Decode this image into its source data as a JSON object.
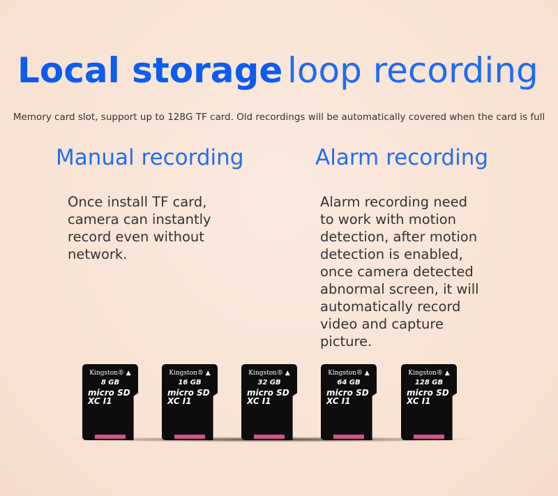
{
  "title_bold": "Local storage",
  "title_light": "loop recording",
  "subtitle": "Memory card slot, support up to 128G TF card. Old recordings will be automatically covered when the card is full",
  "manual": {
    "heading": "Manual recording",
    "text": [
      "Once install TF card,",
      "camera can instantly",
      "record even without",
      "network."
    ]
  },
  "alarm": {
    "heading": "Alarm recording",
    "text": [
      "Alarm recording need",
      "to work with motion",
      "detection, after motion",
      "detection is enabled,",
      "once camera detected",
      "abnormal screen, it will",
      "automatically record",
      "video and capture",
      "picture."
    ]
  },
  "cards": [
    {
      "brand": "Kingston® ▲",
      "capacity": "8 GB",
      "logo": "micro SD XC I1"
    },
    {
      "brand": "Kingston® ▲",
      "capacity": "16 GB",
      "logo": "micro SD XC I1"
    },
    {
      "brand": "Kingston® ▲",
      "capacity": "32 GB",
      "logo": "micro SD XC I1"
    },
    {
      "brand": "Kingston® ▲",
      "capacity": "64 GB",
      "logo": "micro SD XC I1"
    },
    {
      "brand": "Kingston® ▲",
      "capacity": "128 GB",
      "logo": "micro SD XC I1"
    }
  ]
}
